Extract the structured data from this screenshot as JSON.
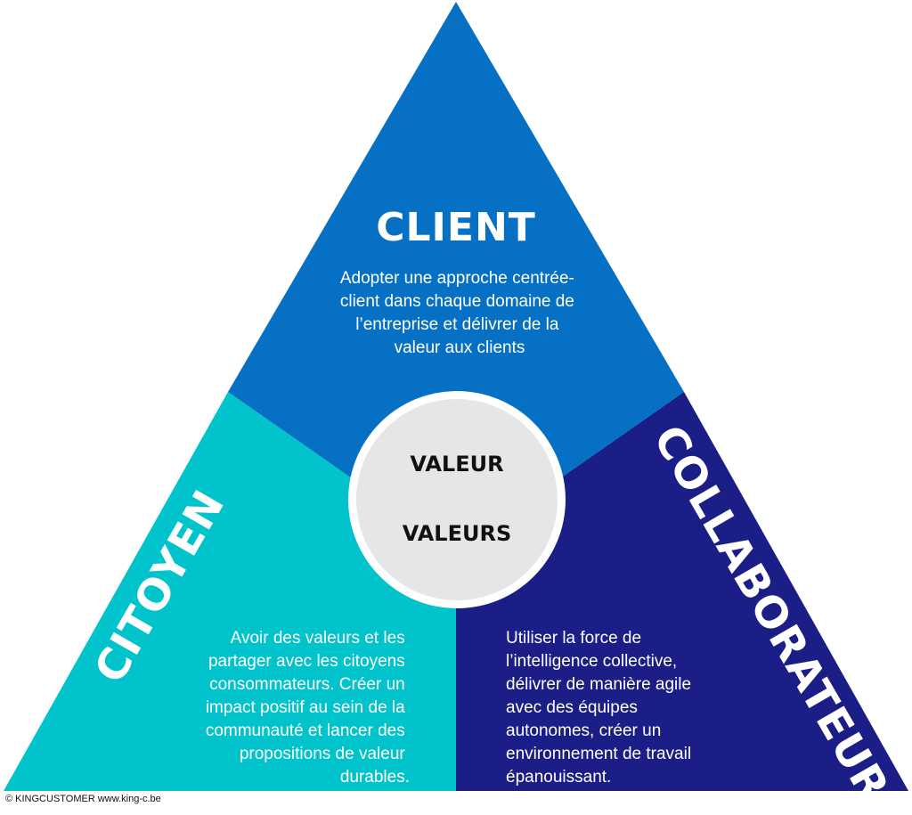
{
  "sections": {
    "client": {
      "title": "CLIENT",
      "lines": [
        "Adopter une approche centrée-",
        "client dans chaque domaine de",
        "l’entreprise et délivrer de la",
        "valeur aux clients"
      ],
      "color": "#0670C4"
    },
    "citoyen": {
      "title": "CITOYEN",
      "lines": [
        "Avoir des valeurs et les",
        "partager avec les citoyens",
        "consommateurs. Créer un",
        "impact positif au sein de la",
        "communauté et lancer des",
        "propositions de valeur",
        "durables."
      ],
      "color": "#00C3CC"
    },
    "collaborateur": {
      "title": "COLLABORATEUR",
      "lines": [
        "Utiliser la force de",
        "l’intelligence collective,",
        "délivrer de manière agile",
        "avec des équipes",
        "autonomes, créer un",
        "environnement de travail",
        "épanouissant."
      ],
      "color": "#1A1E86"
    }
  },
  "center": {
    "line1": "VALEUR",
    "line2": "VALEURS",
    "fill": "#E6E6E6",
    "ring": "#FFFFFF"
  },
  "footer": "© KINGCUSTOMER www.king-c.be"
}
